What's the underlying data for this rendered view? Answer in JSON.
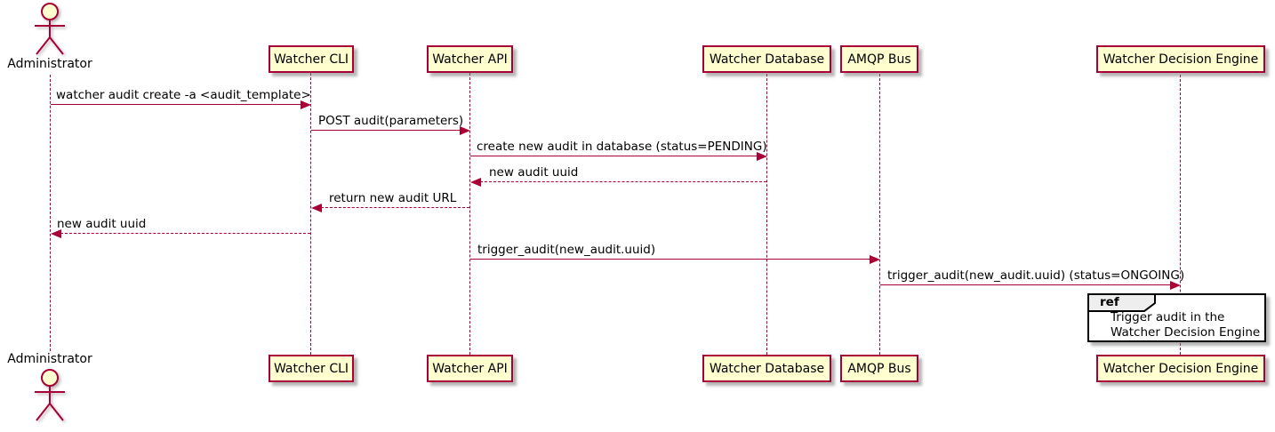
{
  "actor": {
    "name": "Administrator"
  },
  "participants": [
    {
      "name": "Watcher CLI"
    },
    {
      "name": "Watcher API"
    },
    {
      "name": "Watcher Database"
    },
    {
      "name": "AMQP Bus"
    },
    {
      "name": "Watcher Decision Engine"
    }
  ],
  "messages": [
    {
      "label": "watcher audit create -a <audit_template>",
      "from": "Administrator",
      "to": "Watcher CLI",
      "style": "solid"
    },
    {
      "label": "POST audit(parameters)",
      "from": "Watcher CLI",
      "to": "Watcher API",
      "style": "solid"
    },
    {
      "label": "create new audit in database (status=PENDING)",
      "from": "Watcher API",
      "to": "Watcher Database",
      "style": "solid"
    },
    {
      "label": "new audit uuid",
      "from": "Watcher Database",
      "to": "Watcher API",
      "style": "dashed"
    },
    {
      "label": "return new audit URL",
      "from": "Watcher API",
      "to": "Watcher CLI",
      "style": "dashed"
    },
    {
      "label": "new audit uuid",
      "from": "Watcher CLI",
      "to": "Administrator",
      "style": "dashed"
    },
    {
      "label": "trigger_audit(new_audit.uuid)",
      "from": "Watcher API",
      "to": "AMQP Bus",
      "style": "solid"
    },
    {
      "label": "trigger_audit(new_audit.uuid) (status=ONGOING)",
      "from": "AMQP Bus",
      "to": "Watcher Decision Engine",
      "style": "solid"
    }
  ],
  "ref": {
    "keyword": "ref",
    "lines": [
      "Trigger audit in the",
      "Watcher Decision Engine"
    ]
  },
  "colors": {
    "accent": "#A80036",
    "participant_fill": "#FEFECE",
    "text": "#000000",
    "ref_border": "#000000",
    "ref_keyword_fill": "#EEEEEE"
  }
}
